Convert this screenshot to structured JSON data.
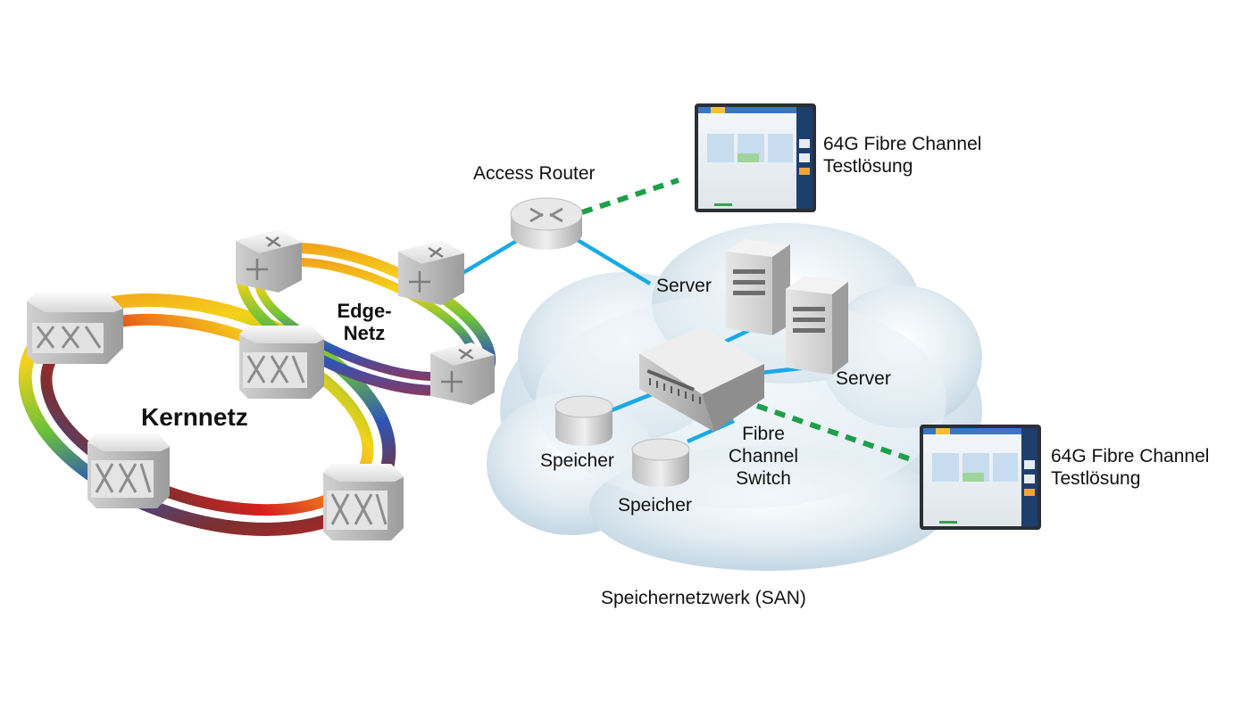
{
  "labels": {
    "core_network": "Kernnetz",
    "edge_network_line1": "Edge-",
    "edge_network_line2": "Netz",
    "access_router": "Access Router",
    "server_1": "Server",
    "server_2": "Server",
    "storage_1": "Speicher",
    "storage_2": "Speicher",
    "fc_switch_line1": "Fibre",
    "fc_switch_line2": "Channel",
    "fc_switch_line3": "Switch",
    "test_solution_1_line1": "64G Fibre Channel",
    "test_solution_1_line2": "Testlösung",
    "test_solution_2_line1": "64G Fibre Channel",
    "test_solution_2_line2": "Testlösung",
    "san": "Speichernetzwerk (SAN)"
  },
  "colors": {
    "link_blue": "#19a9e6",
    "test_link_green": "#1e9e4a",
    "cloud": "#d4e4ee",
    "device_gray": "#c9c9c9"
  }
}
